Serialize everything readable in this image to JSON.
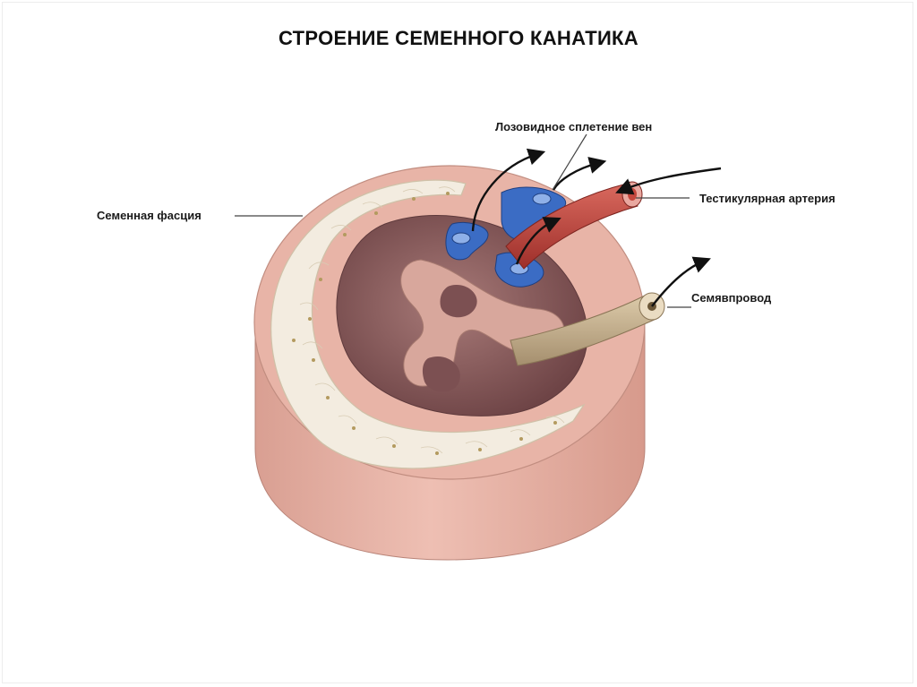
{
  "title": "СТРОЕНИЕ СЕМЕННОГО КАНАТИКА",
  "labels": {
    "plexus": "Лозовидное сплетение вен",
    "fascia": "Семенная фасция",
    "artery": "Тестикулярная артерия",
    "deferens": "Семявпровод"
  },
  "colors": {
    "outer_tissue": "#e8b4a7",
    "fascia_band": "#f3ece0",
    "inner_cavity": "#8a5f60",
    "vein": "#3b6cc4",
    "artery": "#c4473e",
    "vas_deferens": "#c9b394"
  }
}
